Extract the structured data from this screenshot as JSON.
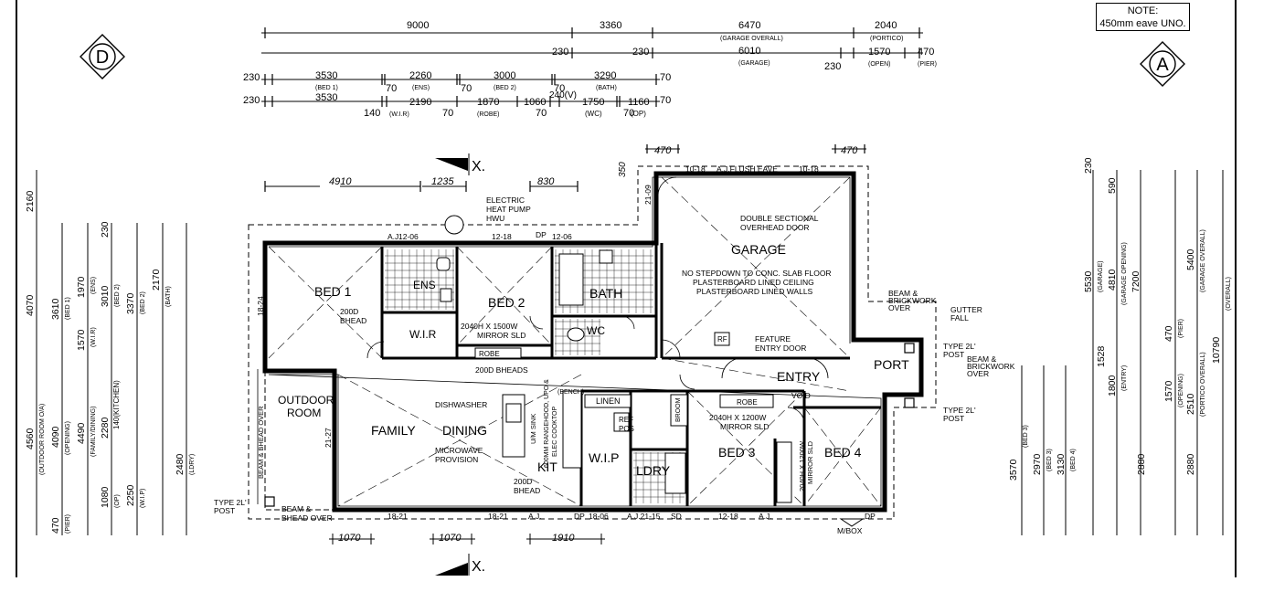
{
  "note": {
    "title": "NOTE:",
    "text": "450mm eave UNO."
  },
  "markers": {
    "left": "D",
    "right": "A",
    "section": "X."
  },
  "rooms": {
    "bed1": "BED 1",
    "ens": "ENS",
    "wir": "W.I.R",
    "bed2": "BED 2",
    "bath": "BATH",
    "wc": "WC",
    "garage": "GARAGE",
    "outdoor1": "OUTDOOR",
    "outdoor2": "ROOM",
    "family": "FAMILY",
    "dining": "DINING",
    "kit": "KIT",
    "wip": "W.I.P",
    "ldry": "LDRY",
    "bed3": "BED 3",
    "bed4": "BED 4",
    "entry": "ENTRY",
    "port": "PORT",
    "linen": "LINEN",
    "robe": "ROBE",
    "robe2": "ROBE",
    "broom": "BROOM",
    "ref1": "REF",
    "ref2": "POS"
  },
  "notes": {
    "heatpump": [
      "ELECTRIC",
      "HEAT PUMP",
      "HWU"
    ],
    "garagedoor": [
      "DOUBLE SECTIONAL",
      "OVERHEAD DOOR"
    ],
    "garagenote": [
      "NO STEPDOWN TO CONC. SLAB FLOOR",
      "PLASTERBOARD LINED CEILING",
      "PLASTERBOARD LINED WALLS"
    ],
    "flusheave": "A.J.FLUSH EAVE",
    "mirror1": [
      "2040H X 1500W",
      "MIRROR SLD"
    ],
    "mirror2": [
      "2040H X 1200W",
      "MIRROR SLD"
    ],
    "mirror3": [
      "2040H X 1200W",
      "MIRROR SLD"
    ],
    "dishwasher": "DISHWASHER",
    "microwave": [
      "MICROWAVE",
      "PROVISION"
    ],
    "uwsink": "U/M SINK",
    "cooktop": [
      "600MM RANGEHOOD, UPO &",
      "ELEC COOKTOP"
    ],
    "bheads": "200D BHEADS",
    "bench": "(BENCH)",
    "bhead1": [
      "200D",
      "BHEAD"
    ],
    "bhead2": [
      "200D",
      "BHEAD"
    ],
    "featuredoor": [
      "FEATURE",
      "ENTRY DOOR"
    ],
    "beam1": [
      "BEAM &",
      "BRICKWORK",
      "OVER"
    ],
    "beam2": [
      "BEAM &",
      "BRICKWORK",
      "OVER"
    ],
    "gutter": [
      "GUTTER",
      "FALL"
    ],
    "post1": [
      "TYPE 2L'",
      "POST"
    ],
    "post2": [
      "TYPE 2L'",
      "POST"
    ],
    "post3": [
      "TYPE 2L'",
      "POST"
    ],
    "bheadover": [
      "BEAM &",
      "BHEAD OVER"
    ],
    "bheadover2": "BEAM & BHEAD OVER",
    "void": "VOID",
    "mbox": "M/BOX",
    "rf": "RF"
  },
  "dims_top": {
    "row1": [
      "9000",
      "3360",
      "6470",
      "2040"
    ],
    "row1_sub": [
      "(GARAGE OVERALL)",
      "(PORTICO)"
    ],
    "row2": [
      "230",
      "230",
      "6010",
      "230",
      "1570",
      "470"
    ],
    "row2_sub": [
      "(GARAGE)",
      "(OPEN)",
      "(PIER)"
    ],
    "row3": [
      "230",
      "3530",
      "70",
      "2260",
      "70",
      "3000",
      "70",
      "3290",
      "70"
    ],
    "row3_sub": [
      "(BED 1)",
      "(ENS)",
      "(BED 2)",
      "(BATH)"
    ],
    "row4": [
      "230",
      "3530",
      "140",
      "2190",
      "70",
      "1870",
      "1060",
      "70",
      "240(V)",
      "1750",
      "70",
      "1160",
      "70"
    ],
    "row4_sub": [
      "(W.I.R)",
      "(ROBE)",
      "(WC)",
      "(OP)"
    ],
    "eave": [
      "4910",
      "1235",
      "830",
      "470",
      "470",
      "350"
    ]
  },
  "dims_bottom": [
    "1070",
    "1070",
    "1910"
  ],
  "dims_inner": [
    "18-21",
    "18-21",
    "A.J.",
    "DP",
    "18-06",
    "A.J.21-15",
    "SD",
    "12-18",
    "A.J.",
    "DP",
    "12-06",
    "12-18",
    "DP",
    "12-06",
    "A.J.",
    "10-18",
    "10-18",
    "18-24",
    "21-27",
    "21-09"
  ],
  "dims_left": [
    "2160",
    "4070",
    "4560",
    "(OUTDOOR ROOM O/A)",
    "3610",
    "(BED 1)",
    "4090",
    "(OPENING)",
    "470",
    "(PIER)",
    "1970",
    "(ENS)",
    "1570",
    "(W.I.R)",
    "4490",
    "(FAMILY/DINING)",
    "230",
    "3010",
    "(BED 2)",
    "2280",
    "140(KITCHEN)",
    "1080",
    "(OP)",
    "3370",
    "(BED 2)",
    "2250",
    "(W.I.P)",
    "2170",
    "(BATH)",
    "2480",
    "(LDRY)"
  ],
  "dims_right": [
    "230",
    "5530",
    "(GARAGE)",
    "590",
    "4810",
    "(GARAGE OPENING)",
    "7200",
    "5400",
    "(GARAGE OVERALL)",
    "10790",
    "(OVERALL)",
    "1800",
    "(ENTRY)",
    "1528",
    "2880",
    "2880",
    "2510",
    "(PORTICO OVERALL)",
    "1570",
    "(OPENING)",
    "3570",
    "(BED 3)",
    "2970",
    "(BED 3)",
    "3130",
    "(BED 4)",
    "470",
    "(PIER)"
  ]
}
